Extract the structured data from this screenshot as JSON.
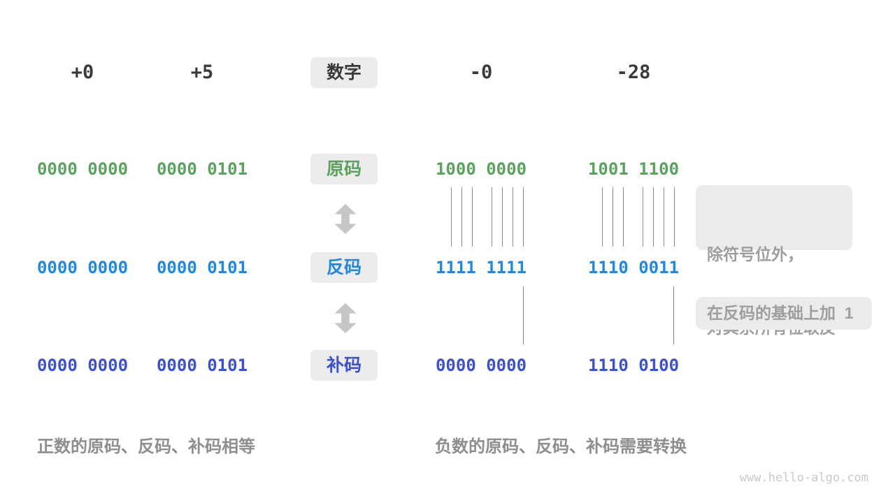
{
  "colors": {
    "text_dark": "#3a3a3a",
    "sign_magnitude_green": "#5ba25f",
    "ones_complement_blue": "#1e88e5",
    "twos_complement_indigo": "#3c50d2",
    "label_box_bg": "#ececec",
    "note_bg": "#ebebeb",
    "note_text": "#9e9e9e",
    "caption_text": "#8e8e8e",
    "connector_line_gray": "#8a8a8a",
    "arrow_gray": "#c6c6c6",
    "watermark_text": "#c9c9c9"
  },
  "header": {
    "label": "数字",
    "values": [
      "+0",
      "+5",
      "-0",
      "-28"
    ]
  },
  "rows": [
    {
      "label": "原码",
      "values": [
        "0000 0000",
        "0000 0101",
        "1000 0000",
        "1001 1100"
      ]
    },
    {
      "label": "反码",
      "values": [
        "0000 0000",
        "0000 0101",
        "1111 1111",
        "1110 0011"
      ]
    },
    {
      "label": "补码",
      "values": [
        "0000 0000",
        "0000 0101",
        "0000 0000",
        "1110 0100"
      ]
    }
  ],
  "notes": [
    {
      "line1": "除符号位外，",
      "line2": "对其余所有位取反"
    },
    {
      "line1": "在反码的基础上加  1"
    }
  ],
  "captions": {
    "positive": "正数的原码、反码、补码相等",
    "negative": "负数的原码、反码、补码需要转换"
  },
  "watermark": "www.hello-algo.com"
}
